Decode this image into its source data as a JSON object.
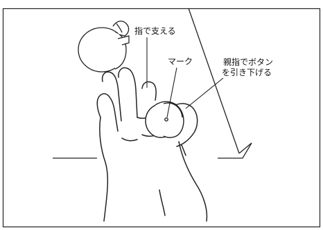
{
  "annotations": {
    "support_finger": "指で支える",
    "mark": "マーク",
    "thumb_line1": "親指でボタン",
    "thumb_line2": "を引き下げる"
  }
}
